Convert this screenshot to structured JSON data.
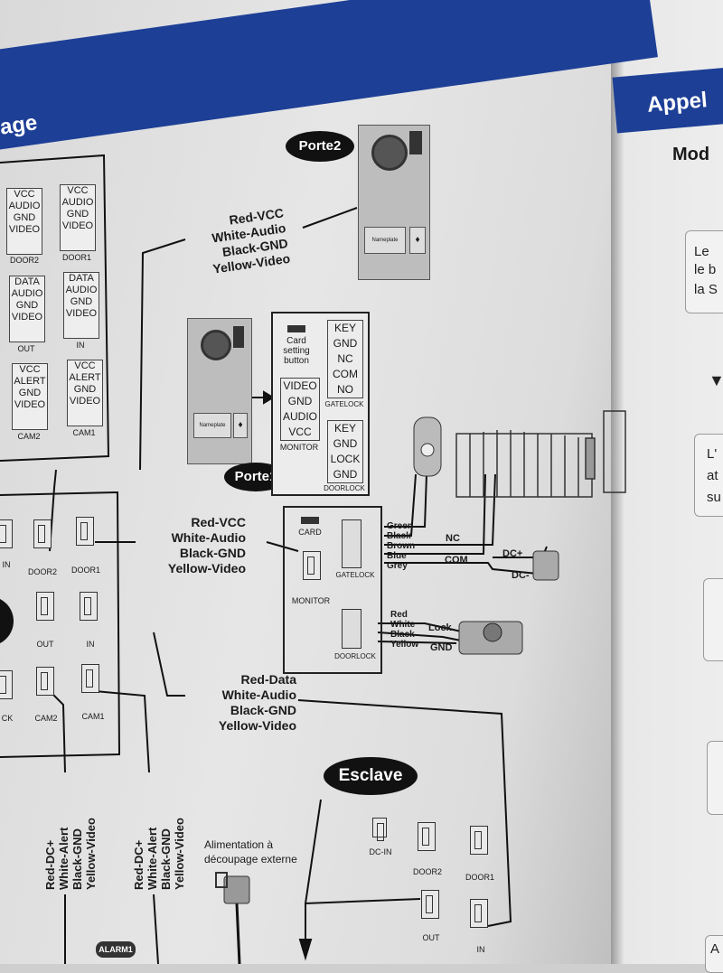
{
  "header": {
    "left_title": "age",
    "right_title": "Appel",
    "right_heading": "Mod"
  },
  "right_page": {
    "line1": "Le",
    "line2": "le b",
    "line3": "la S",
    "arrow": "▼",
    "line4": "L'",
    "line5": "at",
    "line6": "su",
    "line7": "A"
  },
  "monitor_terminals": [
    {
      "lines": [
        "VCC",
        "AUDIO",
        "GND",
        "VIDEO"
      ],
      "caption": "DOOR2"
    },
    {
      "lines": [
        "VCC",
        "AUDIO",
        "GND",
        "VIDEO"
      ],
      "caption": "DOOR1"
    },
    {
      "lines": [
        "DATA",
        "AUDIO",
        "GND",
        "VIDEO"
      ],
      "caption": "OUT"
    },
    {
      "lines": [
        "DATA",
        "AUDIO",
        "GND",
        "VIDEO"
      ],
      "caption": "IN"
    },
    {
      "lines": [
        "VCC",
        "ALERT",
        "GND",
        "VIDEO"
      ],
      "caption": "CAM2"
    },
    {
      "lines": [
        "VCC",
        "ALERT",
        "GND",
        "VIDEO"
      ],
      "caption": "CAM1"
    }
  ],
  "porte2": {
    "label": "Porte2",
    "wires": [
      "Red-VCC",
      "White-Audio",
      "Black-GND",
      "Yellow-Video"
    ],
    "nameplate": "Nameplate"
  },
  "porte1": {
    "label": "Porte1",
    "nameplate": "Nameplate",
    "card_button": "Card setting button",
    "gatelock_terms": [
      "KEY",
      "GND",
      "NC",
      "COM",
      "NO"
    ],
    "gatelock_caption": "GATELOCK",
    "monitor_terms": [
      "VIDEO",
      "GND",
      "AUDIO",
      "VCC"
    ],
    "monitor_caption": "MONITOR",
    "doorlock_terms": [
      "KEY",
      "GND",
      "LOCK",
      "GND"
    ],
    "doorlock_caption": "DOORLOCK"
  },
  "door_wires": [
    "Red-VCC",
    "White-Audio",
    "Black-GND",
    "Yellow-Video"
  ],
  "unit_board": {
    "card": "CARD",
    "monitor": "MONITOR",
    "gatelock": "GATELOCK",
    "doorlock": "DOORLOCK",
    "gate_colors": [
      "Green",
      "Black",
      "Brown",
      "Blue",
      "Grey"
    ],
    "lock_colors": [
      "Red",
      "White",
      "Black",
      "Yellow"
    ]
  },
  "gate_labels": {
    "nc": "NC",
    "com": "COM",
    "dc_plus": "DC+",
    "dc_minus": "DC-"
  },
  "lock_labels": {
    "lock": "Lock",
    "gnd": "GND"
  },
  "monitor_ports": {
    "in": "IN",
    "door2": "DOOR2",
    "door1": "DOOR1",
    "out": "OUT",
    "in2": "IN",
    "ck": "CK",
    "cam2": "CAM2",
    "cam1": "CAM1"
  },
  "slave_wires": [
    "Red-Data",
    "White-Audio",
    "Black-GND",
    "Yellow-Video"
  ],
  "cam_wires_1": [
    "Red-DC+",
    "White-Alert",
    "Black-GND",
    "Yellow-Video"
  ],
  "cam_wires_2": [
    "Red-DC+",
    "White-Alert",
    "Black-GND",
    "Yellow-Video"
  ],
  "power": {
    "line1": "Alimentation à",
    "line2": "découpage externe"
  },
  "esclave": {
    "label": "Esclave",
    "ports": [
      "DC-IN",
      "DOOR2",
      "DOOR1",
      "OUT",
      "IN"
    ]
  },
  "alarm": "ALARM1"
}
